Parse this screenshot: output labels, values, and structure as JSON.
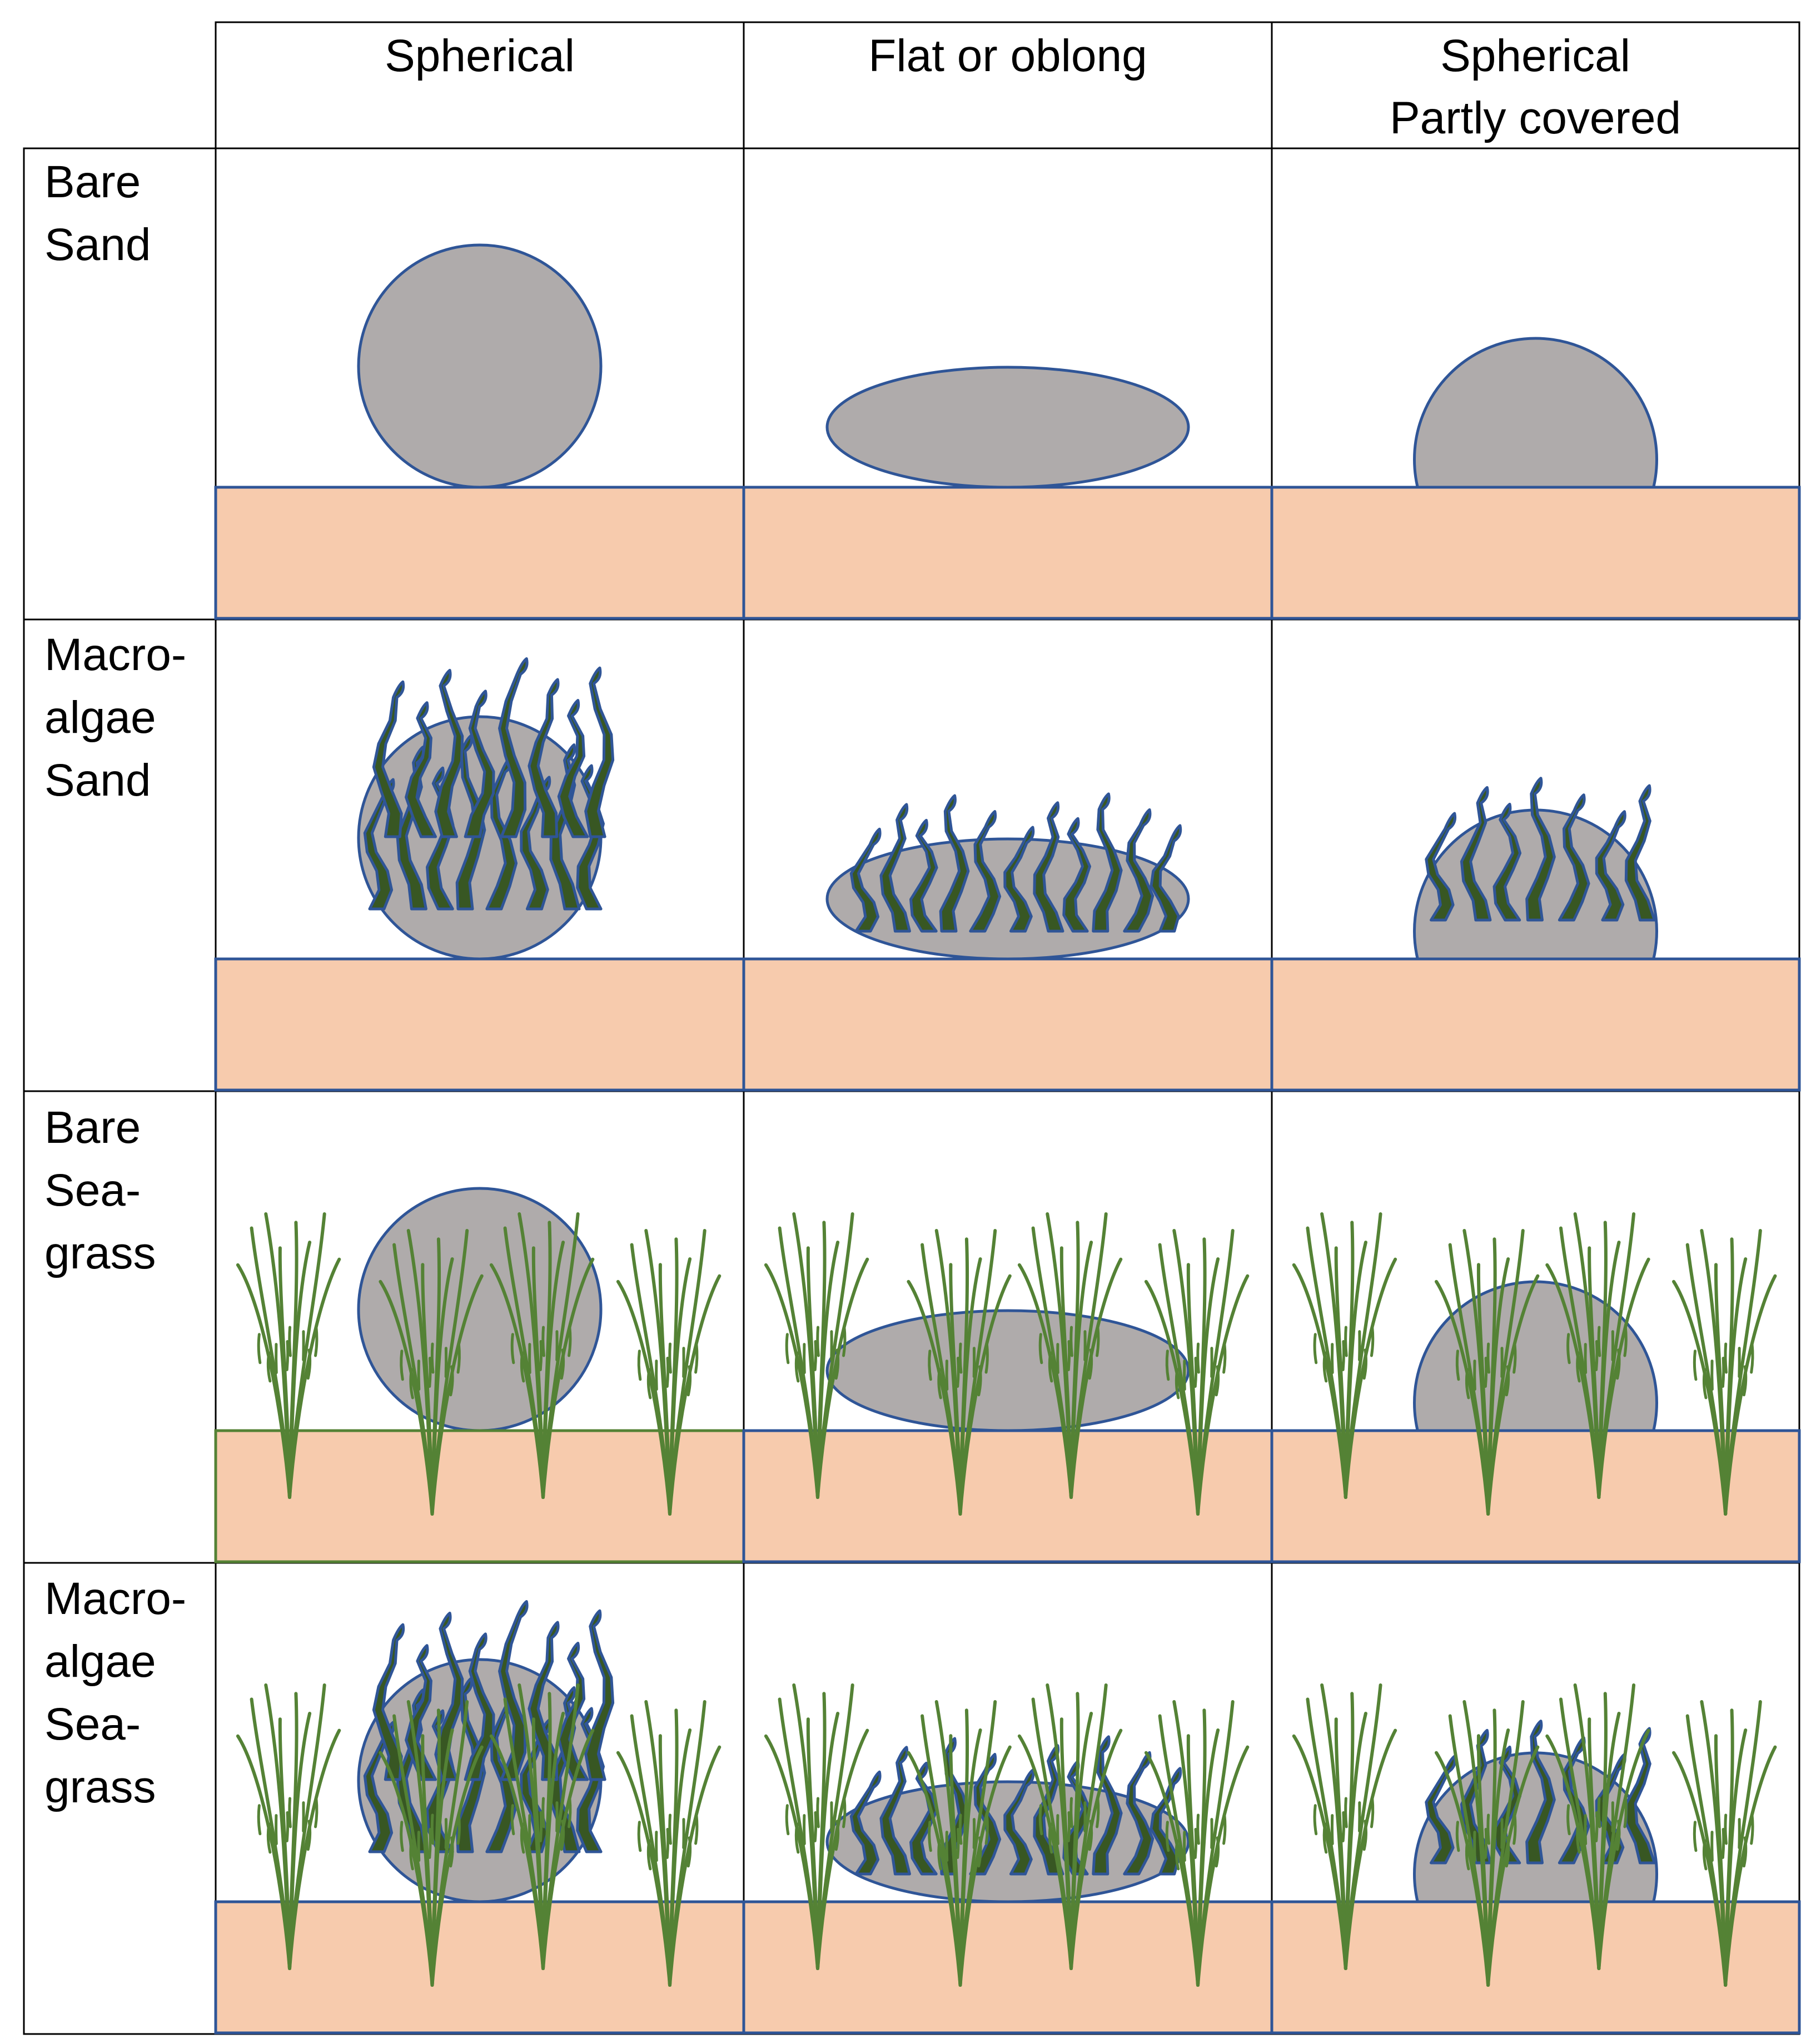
{
  "columns": [
    {
      "lines": [
        "Spherical"
      ]
    },
    {
      "lines": [
        "Flat or oblong"
      ]
    },
    {
      "lines": [
        "Spherical",
        "Partly covered"
      ]
    }
  ],
  "rows": [
    {
      "lines": [
        "Bare",
        "Sand"
      ],
      "habitat": "sand",
      "macroalgae": false
    },
    {
      "lines": [
        "Macro-",
        "algae",
        "Sand"
      ],
      "habitat": "sand",
      "macroalgae": true
    },
    {
      "lines": [
        "Bare",
        "Sea-",
        "grass"
      ],
      "habitat": "seagrass",
      "macroalgae": false
    },
    {
      "lines": [
        "Macro-",
        "algae",
        "Sea-",
        "grass"
      ],
      "habitat": "seagrass",
      "macroalgae": true
    }
  ],
  "shapes": [
    "sphere",
    "oblong",
    "partly-covered-sphere"
  ],
  "colors": {
    "sand": "#f7cbad",
    "rock": "#afabab",
    "outline": "#2f5597",
    "macroalgae": "#385723",
    "seagrass": "#548235",
    "grid": "#000000"
  }
}
